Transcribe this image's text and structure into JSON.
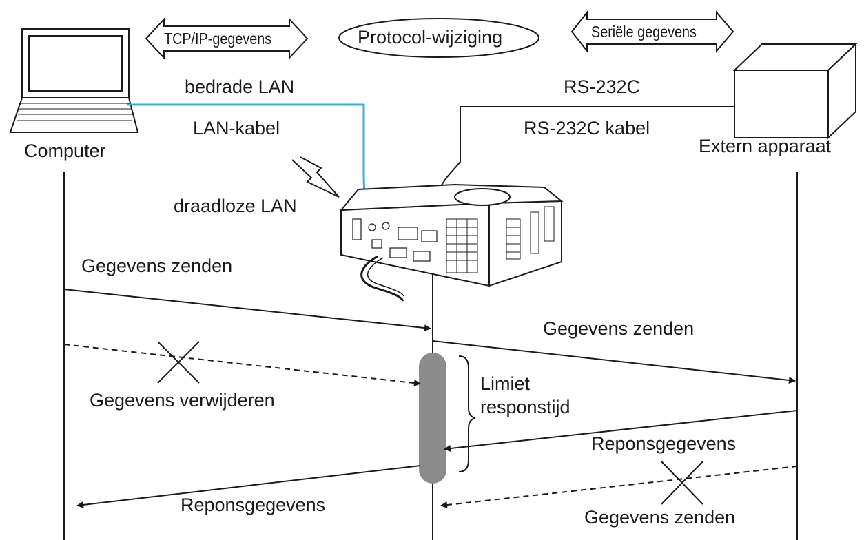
{
  "labels": {
    "tcpip_data": "TCP/IP-gegevens",
    "protocol_change": "Protocol-wijziging",
    "serial_data": "Seriële gegevens",
    "wired_lan": "bedrade LAN",
    "rs232c": "RS-232C",
    "lan_cable": "LAN-kabel",
    "rs232c_cable": "RS-232C kabel",
    "computer": "Computer",
    "external_device": "Extern apparaat",
    "wireless_lan": "draadloze LAN",
    "send_data_computer": "Gegevens zenden",
    "send_data_projector": "Gegevens zenden",
    "delete_data": "Gegevens verwijderen",
    "response_limit_line1": "Limiet",
    "response_limit_line2": "responstijd",
    "response_data_from_device": "Reponsgegevens",
    "response_data_to_computer": "Reponsgegevens",
    "send_data_late": "Gegevens zenden"
  },
  "colors": {
    "line": "#1a1a1a",
    "lan_cable": "#3aaed8",
    "timeout_bar": "#8c8c8c"
  },
  "icons": {
    "computer": "laptop-icon",
    "external_device": "box-device-icon",
    "projector": "projector-icon",
    "wireless": "lightning-icon",
    "dropped": "x-mark-icon"
  }
}
